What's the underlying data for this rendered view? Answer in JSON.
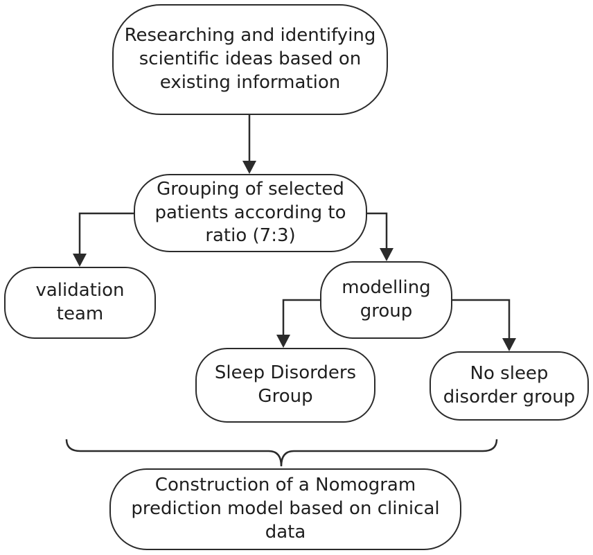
{
  "nodes": {
    "root": {
      "line1": "Researching and identifying",
      "line2": "scientific ideas based on",
      "line3": "existing information"
    },
    "grouping": {
      "line1": "Grouping of selected",
      "line2": "patients according to",
      "line3": "ratio (7:3)"
    },
    "validation": {
      "line1": "validation",
      "line2": "team"
    },
    "modelling": {
      "line1": "modelling",
      "line2": "group"
    },
    "sleep_disorders": {
      "line1": "Sleep Disorders",
      "line2": "Group"
    },
    "no_sleep_disorder": {
      "line1": "No sleep",
      "line2": "disorder group"
    },
    "nomogram": {
      "line1": "Construction of a Nomogram",
      "line2": "prediction model based on clinical",
      "line3": "data"
    }
  },
  "colors": {
    "stroke": "#2b2b2b",
    "text": "#1e1e1e",
    "background": "#ffffff"
  }
}
